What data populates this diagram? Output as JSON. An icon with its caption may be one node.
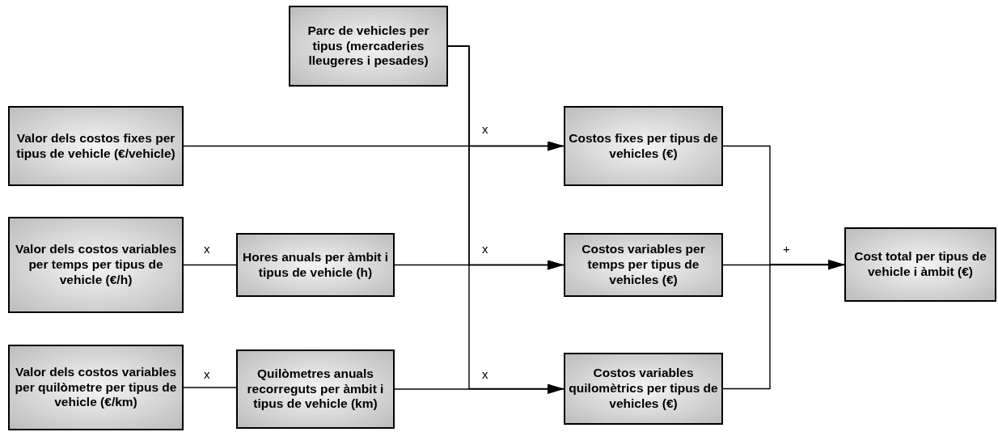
{
  "diagram": {
    "nodes": [
      {
        "text": [
          "Parc de vehicles per tipus (mercaderies lleugeres i pesades)"
        ]
      },
      {
        "text": [
          "Valor dels costos fixes per tipus de vehicle (€/vehicle)"
        ]
      },
      {
        "text": [
          "Valor dels costos variables per temps per tipus de vehicle (€/h)"
        ]
      },
      {
        "text": [
          "Hores anuals per àmbit i tipus de vehicle (h)"
        ]
      },
      {
        "text": [
          "Valor dels costos variables per quilòmetre per tipus de vehicle (€/km)"
        ]
      },
      {
        "text": [
          "Quilòmetres anuals recorreguts per àmbit i tipus de vehicle (km)"
        ]
      },
      {
        "text": [
          "Costos fixes per tipus de vehicles (€)"
        ]
      },
      {
        "text": [
          "Costos variables per temps per tipus de vehicles (€)"
        ]
      },
      {
        "text": [
          "Costos variables quilomètrics per tipus de vehicles (€)"
        ]
      },
      {
        "text": [
          "Cost total per tipus de vehicle i àmbit (€)"
        ]
      }
    ],
    "edges": [
      {
        "from": 1,
        "to": 6,
        "arrow": "to",
        "label": "x"
      },
      {
        "from": 0,
        "to": 6,
        "arrow": "to"
      },
      {
        "from": 0,
        "to": 7,
        "arrow": "to"
      },
      {
        "from": 0,
        "to": 8,
        "arrow": "to"
      },
      {
        "from": 2,
        "to": 3,
        "arrow": "none",
        "label": "x"
      },
      {
        "from": 3,
        "to": 7,
        "arrow": "to",
        "label": "x"
      },
      {
        "from": 4,
        "to": 5,
        "arrow": "none",
        "label": "x"
      },
      {
        "from": 5,
        "to": 8,
        "arrow": "to",
        "label": "x"
      },
      {
        "from": 6,
        "to": 9,
        "arrow": "to"
      },
      {
        "from": 7,
        "to": 9,
        "arrow": "to",
        "label": "+"
      },
      {
        "from": 8,
        "to": 9,
        "arrow": "to"
      }
    ]
  }
}
